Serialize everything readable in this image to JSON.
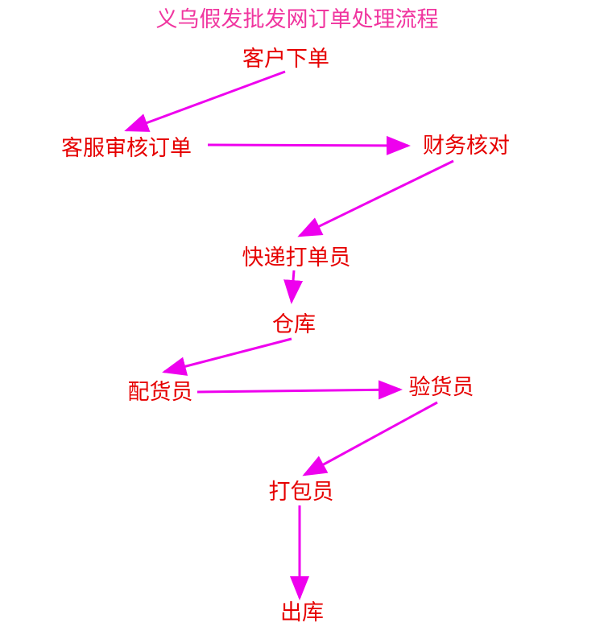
{
  "title": "义乌假发批发网订单处理流程",
  "colors": {
    "title": "#f0359f",
    "node_text": "#e60000",
    "arrow": "#ee00ee",
    "background": "#ffffff"
  },
  "nodes": {
    "customer_order": "客户下单",
    "service_review": "客服审核订单",
    "finance_check": "财务核对",
    "express_clerk": "快递打单员",
    "warehouse": "仓库",
    "picker": "配货员",
    "inspector": "验货员",
    "packer": "打包员",
    "shipping_out": "出库"
  },
  "edges": [
    {
      "from": "customer_order",
      "to": "service_review"
    },
    {
      "from": "service_review",
      "to": "finance_check"
    },
    {
      "from": "finance_check",
      "to": "express_clerk"
    },
    {
      "from": "express_clerk",
      "to": "warehouse"
    },
    {
      "from": "warehouse",
      "to": "picker"
    },
    {
      "from": "picker",
      "to": "inspector"
    },
    {
      "from": "inspector",
      "to": "packer"
    },
    {
      "from": "packer",
      "to": "shipping_out"
    }
  ]
}
